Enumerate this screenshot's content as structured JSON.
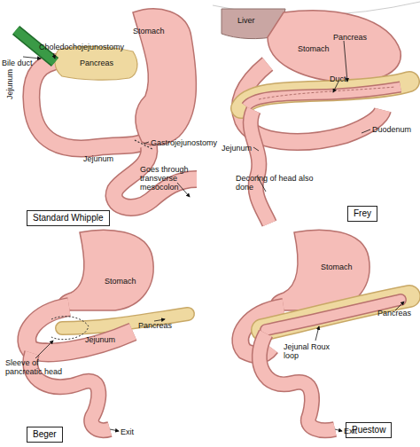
{
  "diagram": {
    "nodes": [
      {
        "text": [
          "Standard Whipple"
        ]
      },
      {
        "text": [
          "Frey"
        ]
      },
      {
        "text": [
          "Beger"
        ]
      },
      {
        "text": [
          "Puestow"
        ]
      }
    ],
    "labels": [
      "Bile duct",
      "Choledochojejunostomy",
      "Stomach",
      "Pancreas",
      "Jejunum",
      "Gastrojejunostomy",
      "Jejunum",
      "Goes through transverse mesocolon",
      "Liver",
      "Stomach",
      "Pancreas",
      "Duct",
      "Jejunum",
      "Duodenum",
      "Decoring of head also done",
      "Stomach",
      "Pancreas",
      "Jejunum",
      "Sleeve of pancreatic head",
      "Exit",
      "Stomach",
      "Pancreas",
      "Jejunal Roux loop",
      "Exit"
    ]
  }
}
